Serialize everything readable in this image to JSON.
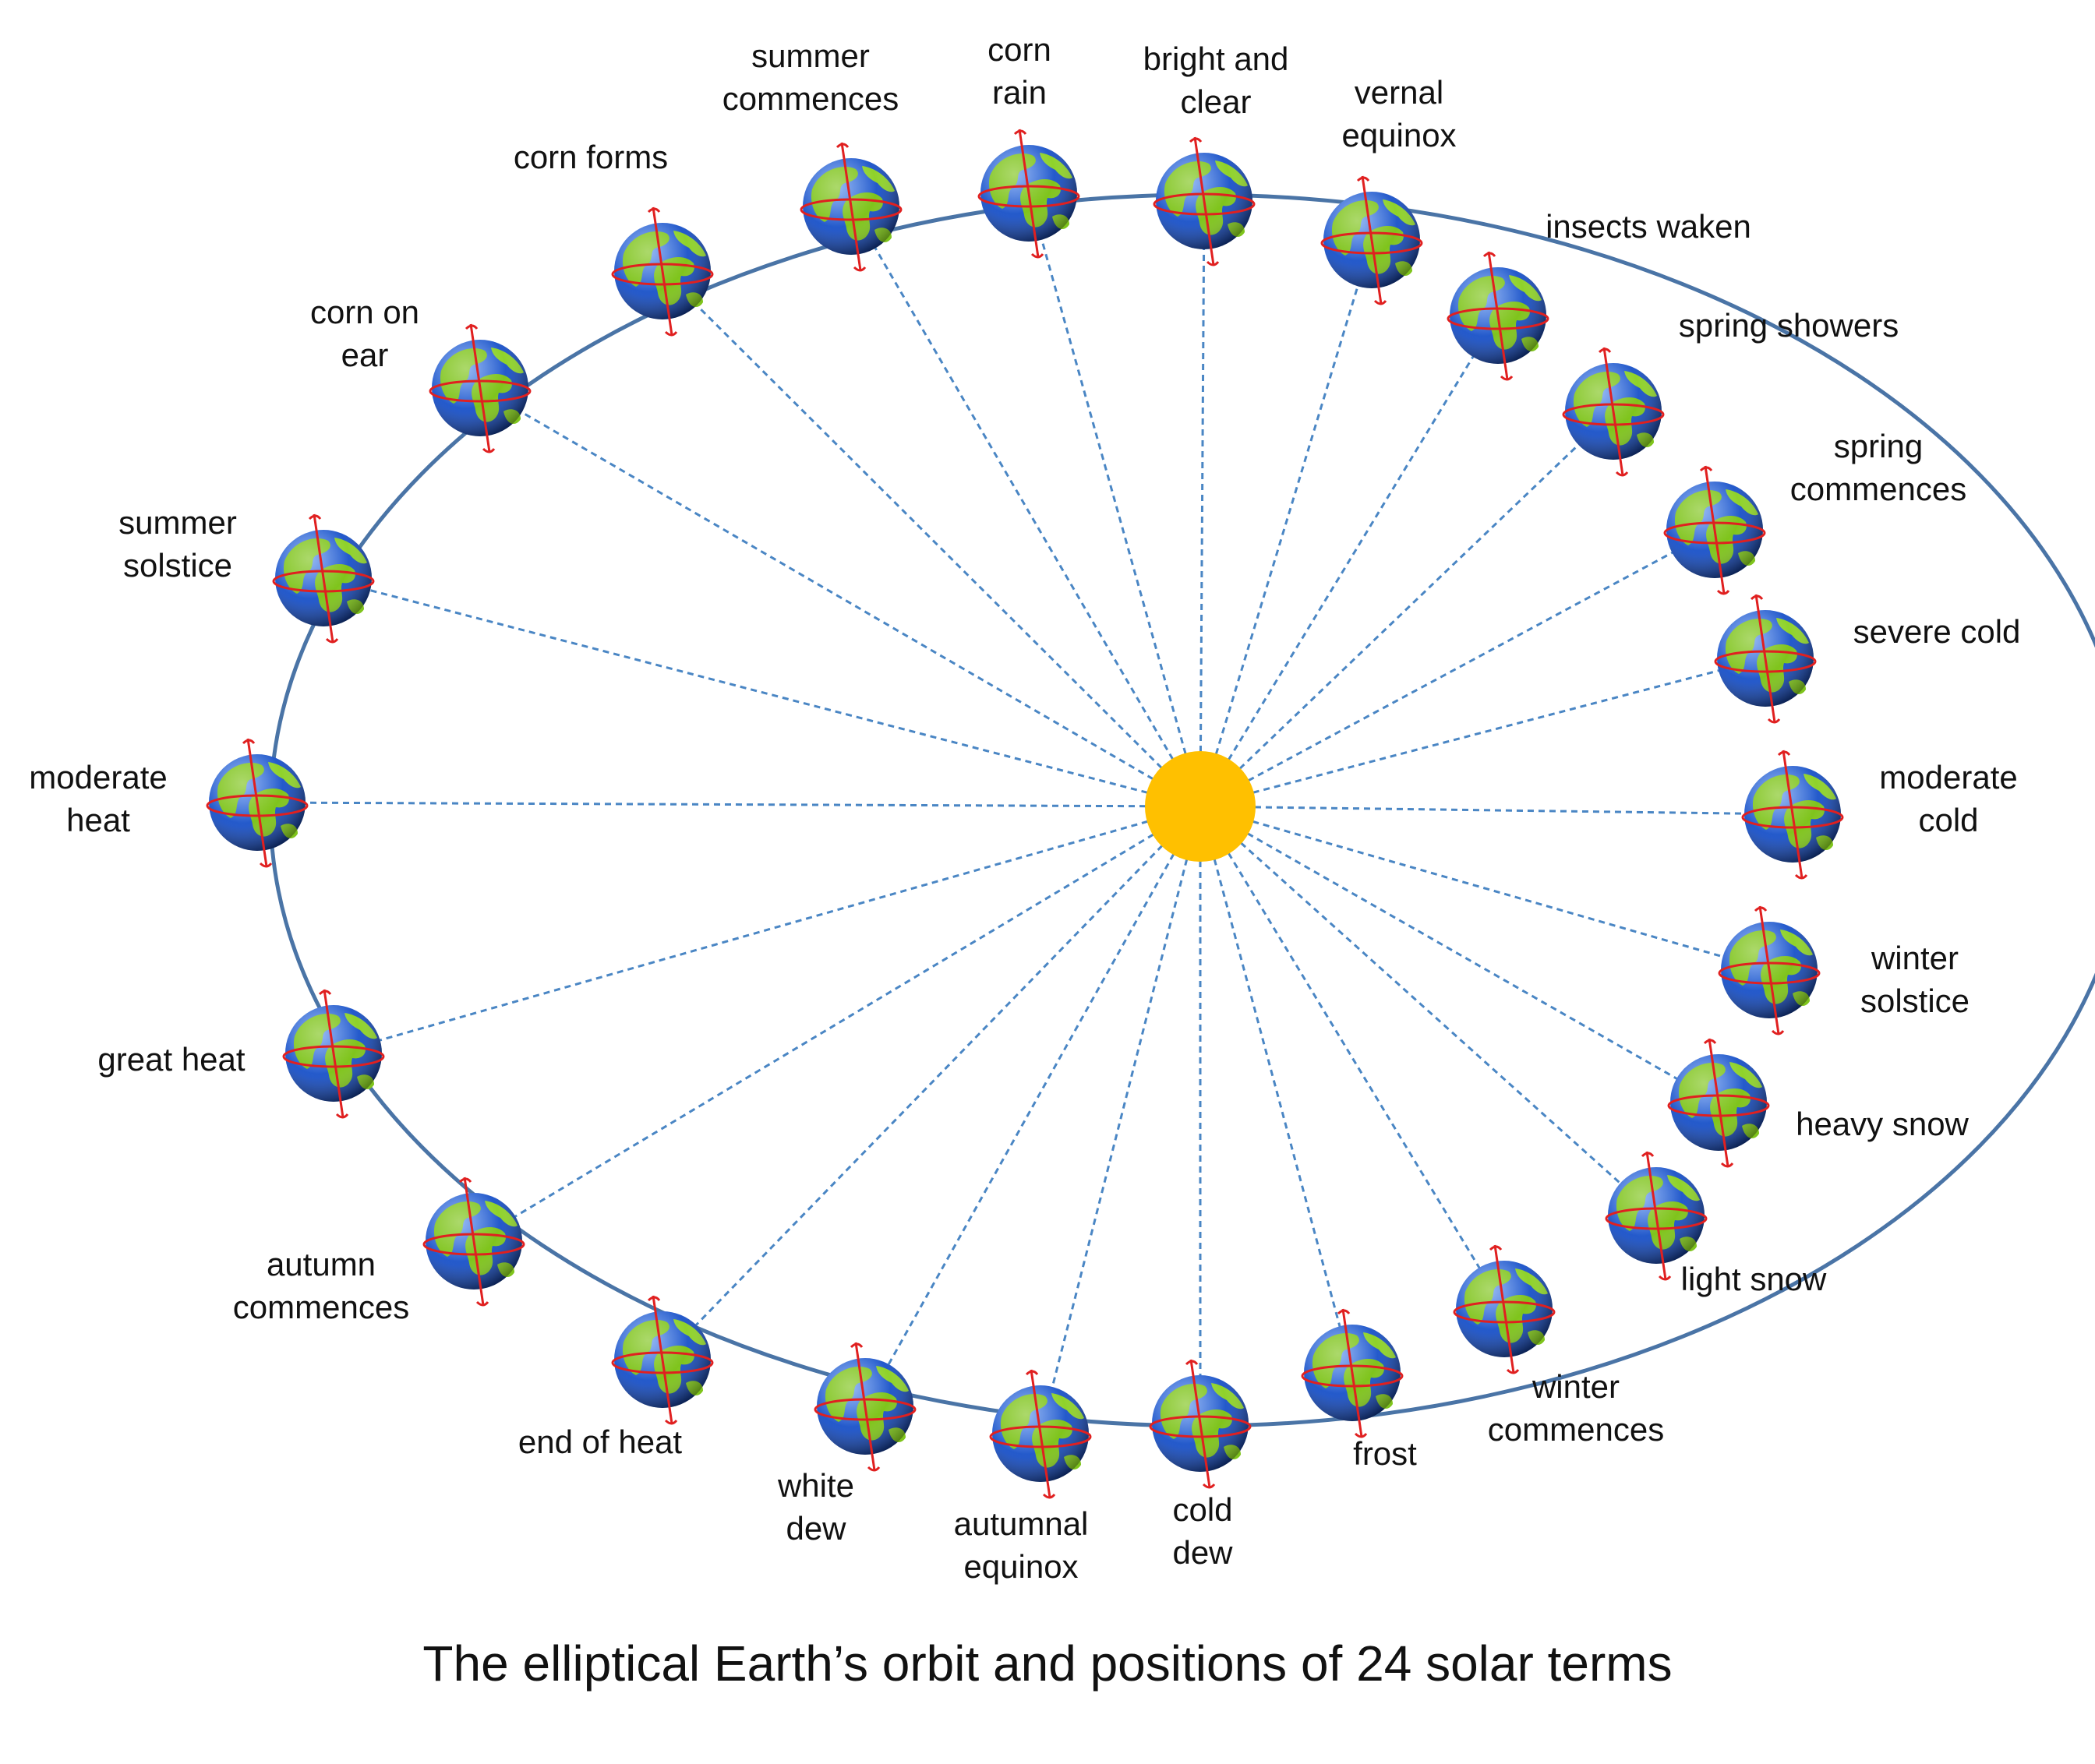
{
  "caption": "The elliptical Earth’s orbit and positions of 24 solar terms",
  "colors": {
    "orbit": "#4a74a6",
    "ray": "#4a86c4",
    "sun": "#ffc000",
    "ocean": "#1f55c8",
    "land": "#7fc41c",
    "axis": "#e02020",
    "text": "#111111"
  },
  "diagram": {
    "center_body": "sun",
    "orbit_shape": "ellipse",
    "marker_icon": "earth-globe-icon",
    "terms": [
      {
        "name": "moderate cold",
        "label": [
          "moderate",
          "cold"
        ]
      },
      {
        "name": "severe cold",
        "label": [
          "severe cold"
        ]
      },
      {
        "name": "spring commences",
        "label": [
          "spring",
          "commences"
        ]
      },
      {
        "name": "spring showers",
        "label": [
          "spring showers"
        ]
      },
      {
        "name": "insects waken",
        "label": [
          "insects waken"
        ]
      },
      {
        "name": "vernal equinox",
        "label": [
          "vernal",
          "equinox"
        ]
      },
      {
        "name": "bright and clear",
        "label": [
          "bright and",
          "clear"
        ]
      },
      {
        "name": "corn rain",
        "label": [
          "corn",
          "rain"
        ]
      },
      {
        "name": "summer commences",
        "label": [
          "summer",
          "commences"
        ]
      },
      {
        "name": "corn forms",
        "label": [
          "corn forms"
        ]
      },
      {
        "name": "corn on ear",
        "label": [
          "corn on",
          "ear"
        ]
      },
      {
        "name": "summer solstice",
        "label": [
          "summer",
          "solstice"
        ]
      },
      {
        "name": "moderate heat",
        "label": [
          "moderate",
          "heat"
        ]
      },
      {
        "name": "great heat",
        "label": [
          "great heat"
        ]
      },
      {
        "name": "autumn commences",
        "label": [
          "autumn",
          "commences"
        ]
      },
      {
        "name": "end of heat",
        "label": [
          "end of heat"
        ]
      },
      {
        "name": "white dew",
        "label": [
          "white",
          "dew"
        ]
      },
      {
        "name": "autumnal equinox",
        "label": [
          "autumnal",
          "equinox"
        ]
      },
      {
        "name": "cold dew",
        "label": [
          "cold",
          "dew"
        ]
      },
      {
        "name": "frost",
        "label": [
          "frost"
        ]
      },
      {
        "name": "winter commences",
        "label": [
          "winter",
          "commences"
        ]
      },
      {
        "name": "light snow",
        "label": [
          "light snow"
        ]
      },
      {
        "name": "heavy snow",
        "label": [
          "heavy snow"
        ]
      },
      {
        "name": "winter solstice",
        "label": [
          "winter",
          "solstice"
        ]
      }
    ]
  }
}
